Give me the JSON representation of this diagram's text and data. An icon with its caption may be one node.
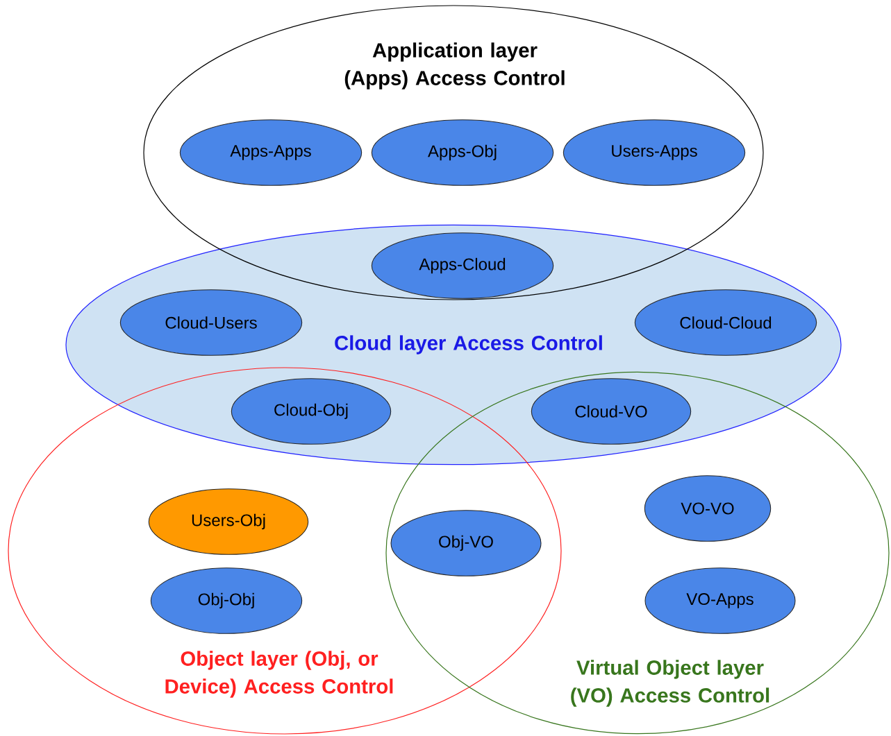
{
  "diagram": {
    "nodes": [
      {
        "text": [
          "Application layer (Apps) Access Control"
        ]
      },
      {
        "text": [
          "Apps-Apps"
        ],
        "in": 0
      },
      {
        "text": [
          "Apps-Obj"
        ],
        "in": 0
      },
      {
        "text": [
          "Users-Apps"
        ],
        "in": 0
      },
      {
        "text": [
          "Cloud layer Access Control"
        ]
      },
      {
        "text": [
          "Apps-Cloud"
        ]
      },
      {
        "text": [
          "Cloud-Users"
        ],
        "in": 4
      },
      {
        "text": [
          "Cloud-Cloud"
        ],
        "in": 4
      },
      {
        "text": [
          "Cloud-Obj"
        ]
      },
      {
        "text": [
          "Cloud-VO"
        ]
      },
      {
        "text": [
          "Object layer (Obj, or Device) Access Control"
        ]
      },
      {
        "text": [
          "Users-Obj"
        ],
        "in": 10
      },
      {
        "text": [
          "Obj-Obj"
        ],
        "in": 10
      },
      {
        "text": [
          "Obj-VO"
        ]
      },
      {
        "text": [
          "Virtual Object layer (VO) Access Control"
        ]
      },
      {
        "text": [
          "VO-VO"
        ],
        "in": 14
      },
      {
        "text": [
          "VO-Apps"
        ],
        "in": 14
      }
    ]
  }
}
